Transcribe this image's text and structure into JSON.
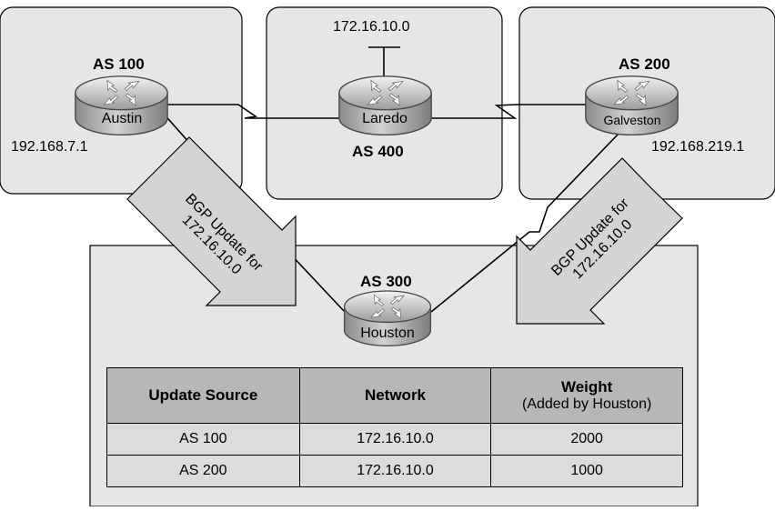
{
  "as_boxes": {
    "left_label": "AS 100",
    "center_label": "AS 400",
    "right_label": "AS 200",
    "bottom_label": "AS 300"
  },
  "routers": {
    "austin": "Austin",
    "laredo": "Laredo",
    "galveston": "Galveston",
    "houston": "Houston"
  },
  "addresses": {
    "laredo_network": "172.16.10.0",
    "austin_ip": "192.168.7.1",
    "galveston_ip": "192.168.219.1"
  },
  "updates": {
    "left_line1": "BGP Update for",
    "left_line2": "172.16.10.0",
    "right_line1": "BGP Update for",
    "right_line2": "172.16.10.0"
  },
  "table": {
    "headers": [
      "Update Source",
      "Network",
      "Weight"
    ],
    "weight_note": "(Added by Houston)",
    "rows": [
      [
        "AS 100",
        "172.16.10.0",
        "2000"
      ],
      [
        "AS 200",
        "172.16.10.0",
        "1000"
      ]
    ]
  },
  "colors": {
    "box_fill": "#e6e6e6",
    "arrow_fill": "#d4d4d4",
    "router_body": "#9a9a9a"
  }
}
